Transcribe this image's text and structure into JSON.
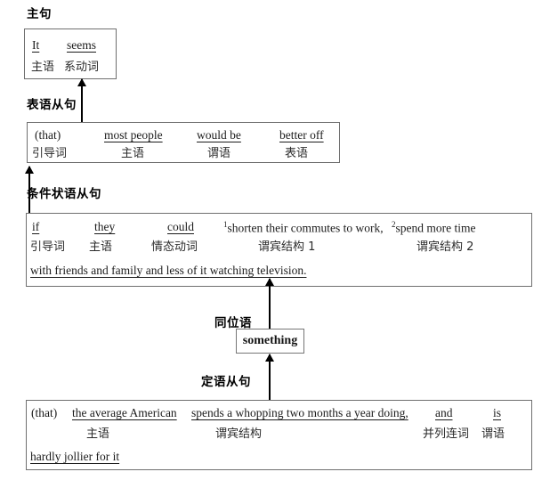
{
  "diagram": {
    "title_labels": {
      "main_clause": "主句",
      "predicative_clause": "表语从句",
      "conditional_adverbial_clause": "条件状语从句",
      "appositive": "同位语",
      "attributive_clause": "定语从句"
    },
    "boxes": {
      "main_clause": {
        "english": [
          "It",
          "seems"
        ],
        "chinese": [
          "主语",
          "系动词"
        ]
      },
      "predicative_clause": {
        "english": [
          "(that)",
          "most people",
          "would be",
          "better off"
        ],
        "chinese": [
          "引导词",
          "主语",
          "谓语",
          "表语"
        ]
      },
      "conditional_clause": {
        "english_row1": [
          "if",
          "they",
          "could"
        ],
        "english_item1_sup": "1",
        "english_item1": "shorten their commutes to work,",
        "english_item2_sup": "2",
        "english_item2": "spend more time",
        "chinese": [
          "引导词",
          "主语",
          "情态动词",
          "谓宾结构 1",
          "谓宾结构 2"
        ],
        "english_row3_plain": "with friends and family and less of it ",
        "english_row3_bold": "watching television",
        "english_row3_period": "."
      },
      "appositive_box": {
        "text": "something"
      },
      "attributive_clause": {
        "english_row1": [
          "(that)",
          "the average American",
          "spends a whopping two months a year doing,",
          "and",
          "is"
        ],
        "chinese": [
          "主语",
          "谓宾结构",
          "并列连词",
          "谓语"
        ],
        "english_row2": "hardly jollier for it"
      }
    },
    "arrows": [
      {
        "name": "predicative-to-main",
        "from": "predicative-clause-box",
        "to": "main-clause-box"
      },
      {
        "name": "conditional-to-predicative",
        "from": "conditional-clause-box",
        "to": "predicative-clause-box"
      },
      {
        "name": "appositive-to-conditional",
        "from": "appositive-box",
        "to": "conditional-clause-box"
      },
      {
        "name": "attributive-to-appositive",
        "from": "attributive-clause-box",
        "to": "appositive-box"
      }
    ],
    "colors": {
      "box_border": "#6f6f6f",
      "text": "#1a1a1a",
      "arrow": "#000000",
      "background": "#ffffff"
    }
  }
}
